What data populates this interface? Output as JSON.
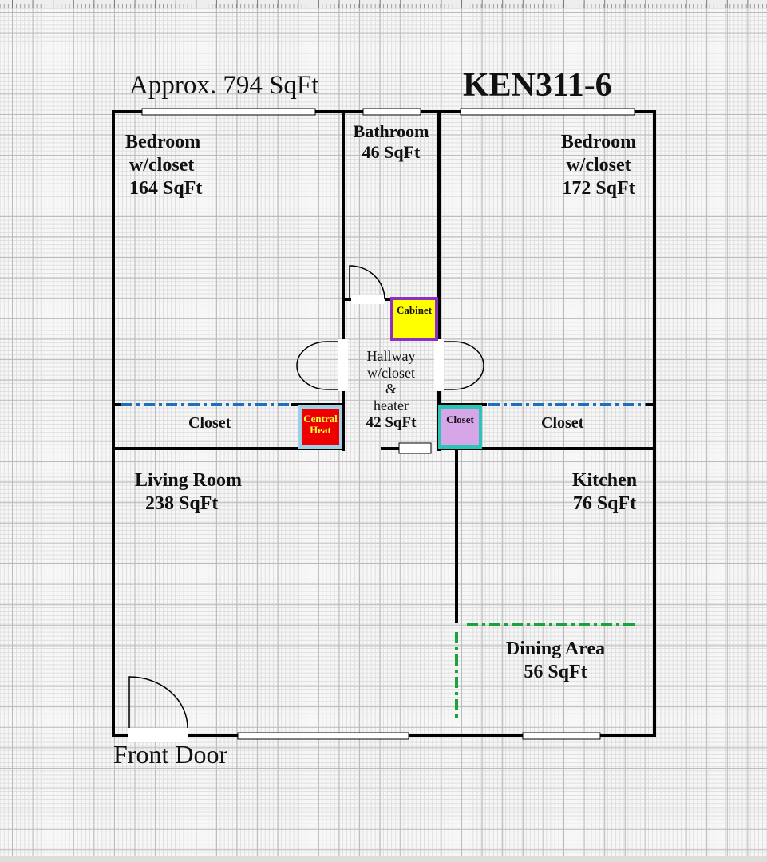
{
  "header": {
    "area_total": "Approx. 794 SqFt",
    "unit_id": "KEN311-6"
  },
  "rooms": {
    "bedroom_left": {
      "name": "Bedroom",
      "sub": "w/closet",
      "area": "164 SqFt"
    },
    "bathroom": {
      "name": "Bathroom",
      "area": "46 SqFt"
    },
    "bedroom_right": {
      "name": "Bedroom",
      "sub": "w/closet",
      "area": "172 SqFt"
    },
    "hallway": {
      "name": "Hallway",
      "sub1": "w/closet",
      "sub2": "&",
      "sub3": "heater",
      "area": "42 SqFt"
    },
    "cabinet": "Cabinet",
    "central_heat": {
      "line1": "Central",
      "line2": "Heat"
    },
    "closet_small": "Closet",
    "closet_left": "Closet",
    "closet_right": "Closet",
    "living_room": {
      "name": "Living Room",
      "area": "238 SqFt"
    },
    "kitchen": {
      "name": "Kitchen",
      "area": "76 SqFt"
    },
    "dining": {
      "name": "Dining Area",
      "area": "56 SqFt"
    }
  },
  "front_door": "Front Door",
  "colors": {
    "wall": "#000000",
    "closet_line": "#1f6fbf",
    "dining_line": "#1aa33a",
    "cabinet": "#ffff00",
    "cabinet_border": "#8e2fc4",
    "heat": "#ee0000",
    "heat_text": "#ffff33",
    "heat_border": "#9fd0e6",
    "closet_fill": "#d6a6e8",
    "closet_border": "#29c6b5"
  }
}
